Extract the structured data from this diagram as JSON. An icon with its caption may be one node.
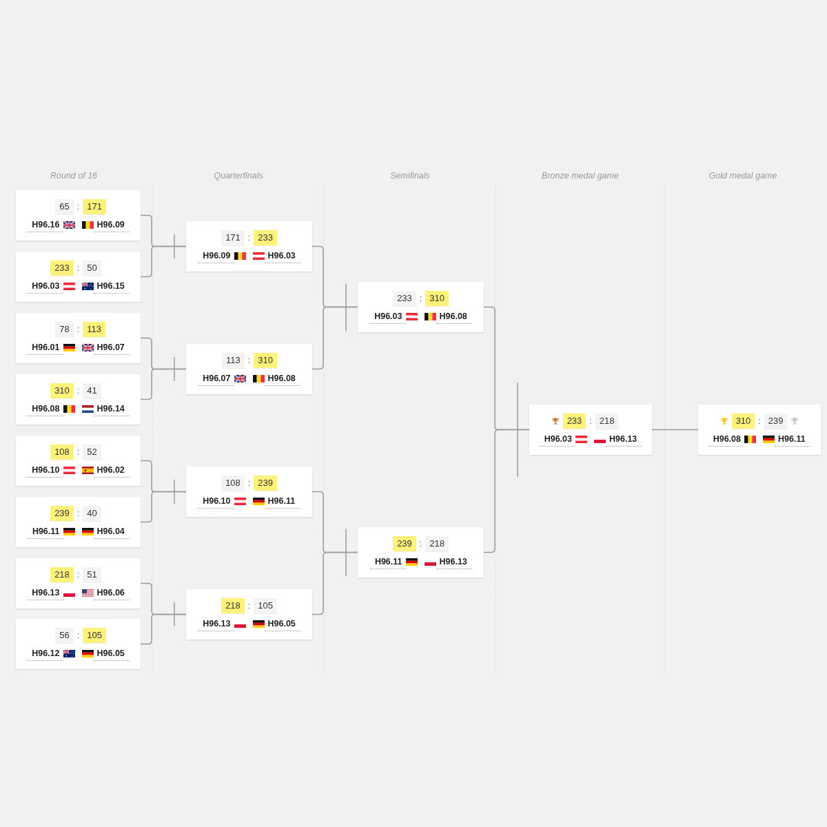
{
  "diagram": {
    "nodes": [
      {
        "text": [
          "65",
          ":",
          "171",
          "H96.16",
          "H96.09"
        ]
      },
      {
        "text": [
          "233",
          ":",
          "50",
          "H96.03",
          "H96.15"
        ]
      },
      {
        "text": [
          "78",
          ":",
          "113",
          "H96.01",
          "H96.07"
        ]
      },
      {
        "text": [
          "310",
          ":",
          "41",
          "H96.08",
          "H96.14"
        ]
      },
      {
        "text": [
          "108",
          ":",
          "52",
          "H96.10",
          "H96.02"
        ]
      },
      {
        "text": [
          "239",
          ":",
          "40",
          "H96.11",
          "H96.04"
        ]
      },
      {
        "text": [
          "218",
          ":",
          "51",
          "H96.13",
          "H96.06"
        ]
      },
      {
        "text": [
          "56",
          ":",
          "105",
          "H96.12",
          "H96.05"
        ]
      },
      {
        "text": [
          "171",
          ":",
          "233",
          "H96.09",
          "H96.03"
        ]
      },
      {
        "text": [
          "113",
          ":",
          "310",
          "H96.07",
          "H96.08"
        ]
      },
      {
        "text": [
          "108",
          ":",
          "239",
          "H96.10",
          "H96.11"
        ]
      },
      {
        "text": [
          "218",
          ":",
          "105",
          "H96.13",
          "H96.05"
        ]
      },
      {
        "text": [
          "233",
          ":",
          "310",
          "H96.03",
          "H96.08"
        ]
      },
      {
        "text": [
          "239",
          ":",
          "218",
          "H96.11",
          "H96.13"
        ]
      },
      {
        "text": [
          "233",
          ":",
          "218",
          "H96.03",
          "H96.13"
        ]
      },
      {
        "text": [
          "310",
          ":",
          "239",
          "H96.08",
          "H96.11"
        ]
      }
    ],
    "edges": [
      {
        "from": 0,
        "to": 8,
        "arrow": "none"
      },
      {
        "from": 1,
        "to": 8,
        "arrow": "none"
      },
      {
        "from": 2,
        "to": 9,
        "arrow": "none"
      },
      {
        "from": 3,
        "to": 9,
        "arrow": "none"
      },
      {
        "from": 4,
        "to": 10,
        "arrow": "none"
      },
      {
        "from": 5,
        "to": 10,
        "arrow": "none"
      },
      {
        "from": 6,
        "to": 11,
        "arrow": "none"
      },
      {
        "from": 7,
        "to": 11,
        "arrow": "none"
      },
      {
        "from": 8,
        "to": 12,
        "arrow": "none"
      },
      {
        "from": 9,
        "to": 12,
        "arrow": "none"
      },
      {
        "from": 10,
        "to": 13,
        "arrow": "none"
      },
      {
        "from": 11,
        "to": 13,
        "arrow": "none"
      },
      {
        "from": 12,
        "to": 14,
        "arrow": "none"
      },
      {
        "from": 13,
        "to": 14,
        "arrow": "none"
      },
      {
        "from": 14,
        "to": 15,
        "arrow": "none"
      }
    ],
    "labels": [
      "Round of 16",
      "Quarterfinals",
      "Semifinals",
      "Bronze medal game",
      "Gold medal game"
    ]
  }
}
